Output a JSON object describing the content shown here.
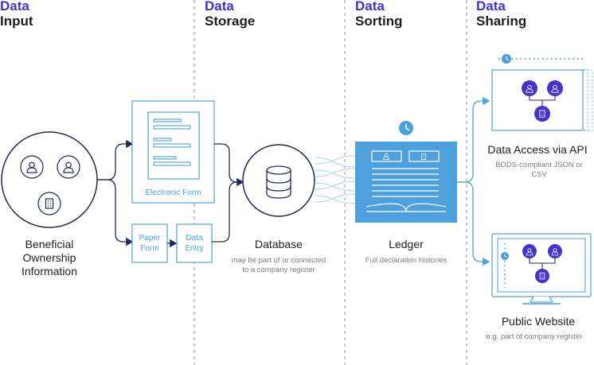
{
  "columns": [
    {
      "line1": "Data",
      "line2": "Input"
    },
    {
      "line1": "Data",
      "line2": "Storage"
    },
    {
      "line1": "Data",
      "line2": "Sorting"
    },
    {
      "line1": "Data",
      "line2": "Sharing"
    }
  ],
  "input": {
    "title": "Beneficial Ownership Information"
  },
  "forms": {
    "electronic": "Electronic Form",
    "paper": "Paper Form",
    "entry": "Data Entry"
  },
  "database": {
    "title": "Database",
    "note": "may be part of or connected to a company register"
  },
  "ledger": {
    "title": "Ledger",
    "note": "Full declaration histories"
  },
  "api": {
    "title": "Data Access via API",
    "note": "BODS-compliant JSON or CSV"
  },
  "website": {
    "title": "Public Website",
    "note": "e.g. part of company register"
  },
  "colors": {
    "accent": "#3f35c9",
    "blue": "#4da0dc",
    "navy": "#23285a",
    "purple": "#4534c8"
  }
}
